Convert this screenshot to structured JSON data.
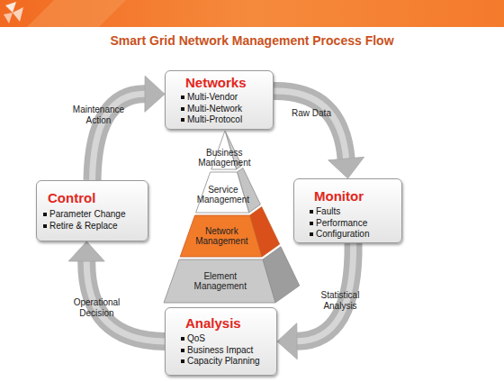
{
  "diagram": {
    "title": "Smart Grid Network Management Process Flow",
    "nodes": [
      {
        "text": [
          "Networks",
          "Multi-Vendor",
          "Multi-Network",
          "Multi-Protocol"
        ]
      },
      {
        "text": [
          "Monitor",
          "Faults",
          "Performance",
          "Configuration"
        ]
      },
      {
        "text": [
          "Analysis",
          "QoS",
          "Business Impact",
          "Capacity Planning"
        ]
      },
      {
        "text": [
          "Control",
          "Parameter Change",
          "Retire & Replace"
        ]
      },
      {
        "text": [
          "Business Management"
        ]
      },
      {
        "text": [
          "Service Management"
        ]
      },
      {
        "text": [
          "Network Management"
        ]
      },
      {
        "text": [
          "Element Management"
        ]
      }
    ],
    "edges": [
      {
        "from": 0,
        "to": 1,
        "label": "Raw Data",
        "arrow": "to"
      },
      {
        "from": 1,
        "to": 2,
        "label": "Statistical Analysis",
        "arrow": "to"
      },
      {
        "from": 2,
        "to": 3,
        "label": "Operational Decision",
        "arrow": "to"
      },
      {
        "from": 3,
        "to": 0,
        "label": "Maintenance Action",
        "arrow": "to"
      }
    ]
  }
}
